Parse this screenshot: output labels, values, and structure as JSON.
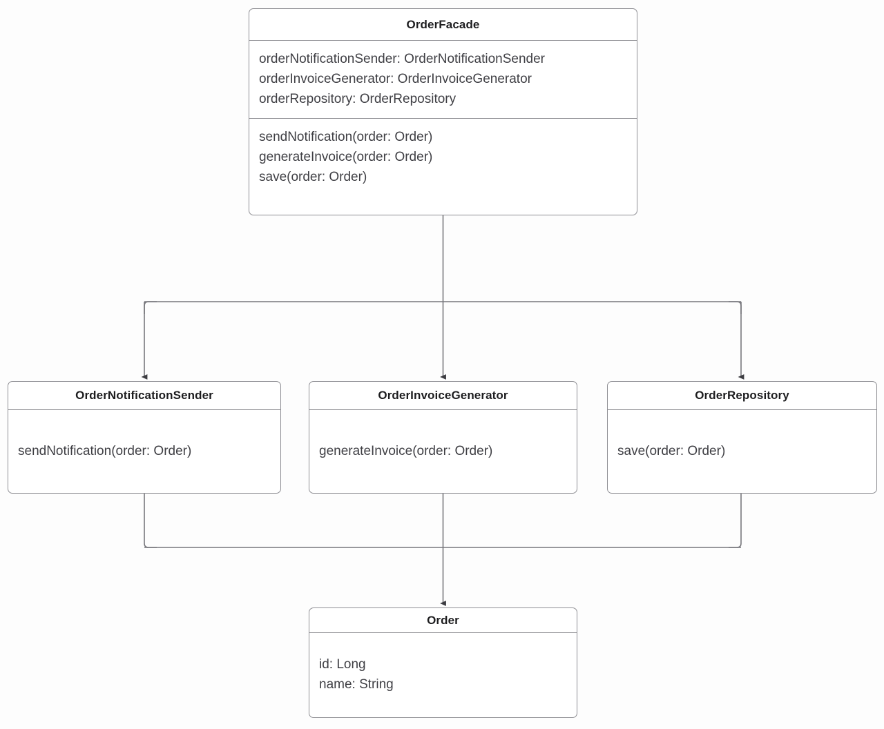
{
  "diagram": {
    "type": "uml-class-diagram",
    "background_color": "#fdfdfd",
    "line_color": "#77777c",
    "box_border_color": "#8d8d92",
    "title_text_color": "#1d1d1f",
    "body_text_color": "#3f3f44"
  },
  "classes": {
    "order_facade": {
      "name": "OrderFacade",
      "attributes": [
        "orderNotificationSender: OrderNotificationSender",
        "orderInvoiceGenerator: OrderInvoiceGenerator",
        "orderRepository: OrderRepository"
      ],
      "operations": [
        "sendNotification(order: Order)",
        "generateInvoice(order: Order)",
        "save(order: Order)"
      ]
    },
    "order_notification_sender": {
      "name": "OrderNotificationSender",
      "operations": [
        "sendNotification(order: Order)"
      ]
    },
    "order_invoice_generator": {
      "name": "OrderInvoiceGenerator",
      "operations": [
        "generateInvoice(order: Order)"
      ]
    },
    "order_repository": {
      "name": "OrderRepository",
      "operations": [
        "save(order: Order)"
      ]
    },
    "order": {
      "name": "Order",
      "attributes": [
        "id: Long",
        "name: String"
      ]
    }
  },
  "relationships": [
    {
      "id": "facade-to-notification-sender",
      "from": "OrderFacade",
      "to": "OrderNotificationSender",
      "style": "directed-association"
    },
    {
      "id": "facade-to-invoice-generator",
      "from": "OrderFacade",
      "to": "OrderInvoiceGenerator",
      "style": "directed-association"
    },
    {
      "id": "facade-to-repository",
      "from": "OrderFacade",
      "to": "OrderRepository",
      "style": "directed-association"
    },
    {
      "id": "notification-sender-to-order",
      "from": "OrderNotificationSender",
      "to": "Order",
      "style": "directed-association"
    },
    {
      "id": "invoice-generator-to-order",
      "from": "OrderInvoiceGenerator",
      "to": "Order",
      "style": "directed-association"
    },
    {
      "id": "repository-to-order",
      "from": "OrderRepository",
      "to": "Order",
      "style": "directed-association"
    }
  ]
}
